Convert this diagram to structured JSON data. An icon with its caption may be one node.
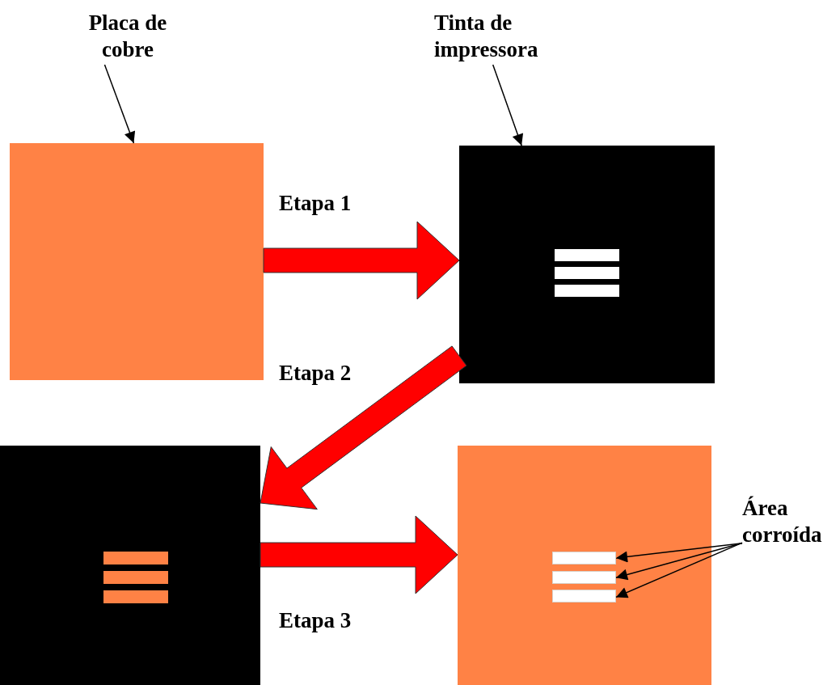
{
  "diagram": {
    "nodes": [
      {
        "text": [
          "Placa de cobre"
        ]
      },
      {
        "text": [],
        "shape": "box"
      },
      {
        "text": [
          "Tinta de impressora"
        ]
      },
      {
        "text": [],
        "shape": "box"
      },
      {
        "text": [],
        "shape": "box"
      },
      {
        "text": [],
        "shape": "box"
      },
      {
        "text": [
          "Área corroída"
        ]
      },
      {
        "text": [],
        "shape": "bar",
        "in": 5
      },
      {
        "text": [],
        "shape": "bar",
        "in": 5
      },
      {
        "text": [],
        "shape": "bar",
        "in": 5
      }
    ],
    "edges": [
      {
        "from": 0,
        "to": 1,
        "arrow": "to"
      },
      {
        "from": 2,
        "to": 3,
        "arrow": "to"
      },
      {
        "from": 1,
        "to": 3,
        "arrow": "to",
        "label": "Etapa 1",
        "style": "thick",
        "color": "#ff0000"
      },
      {
        "from": 3,
        "to": 4,
        "arrow": "to",
        "label": "Etapa 2",
        "style": "thick",
        "color": "#ff0000"
      },
      {
        "from": 4,
        "to": 5,
        "arrow": "to",
        "label": "Etapa 3",
        "style": "thick",
        "color": "#ff0000"
      },
      {
        "from": 6,
        "to": 7,
        "arrow": "to"
      },
      {
        "from": 6,
        "to": 8,
        "arrow": "to"
      },
      {
        "from": 6,
        "to": 9,
        "arrow": "to"
      }
    ]
  }
}
